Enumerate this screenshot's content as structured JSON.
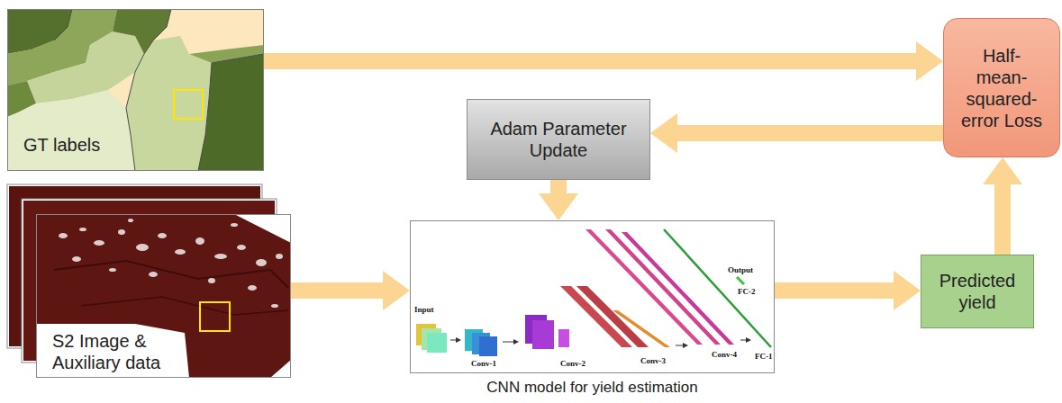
{
  "diagram": {
    "nodes": [
      {
        "text": [
          "GT labels"
        ]
      },
      {
        "text": [
          "Adam Parameter Update"
        ]
      },
      {
        "text": [
          "Half-mean-squared-error Loss"
        ]
      },
      {
        "text": [
          "S2 Image & Auxiliary data"
        ]
      },
      {
        "text": [
          "CNN model for yield estimation"
        ]
      },
      {
        "text": [
          "Predicted yield"
        ]
      }
    ],
    "edges": [
      {
        "from": 0,
        "to": 2,
        "arrow": "to"
      },
      {
        "from": 2,
        "to": 1,
        "arrow": "to"
      },
      {
        "from": 1,
        "to": 4,
        "arrow": "to"
      },
      {
        "from": 3,
        "to": 4,
        "arrow": "to"
      },
      {
        "from": 4,
        "to": 5,
        "arrow": "to"
      },
      {
        "from": 5,
        "to": 2,
        "arrow": "to"
      }
    ],
    "labels": [
      "Input",
      "Conv-1",
      "Conv-2",
      "Conv-3",
      "Conv-4",
      "Output",
      "FC-2",
      "FC-1"
    ]
  }
}
